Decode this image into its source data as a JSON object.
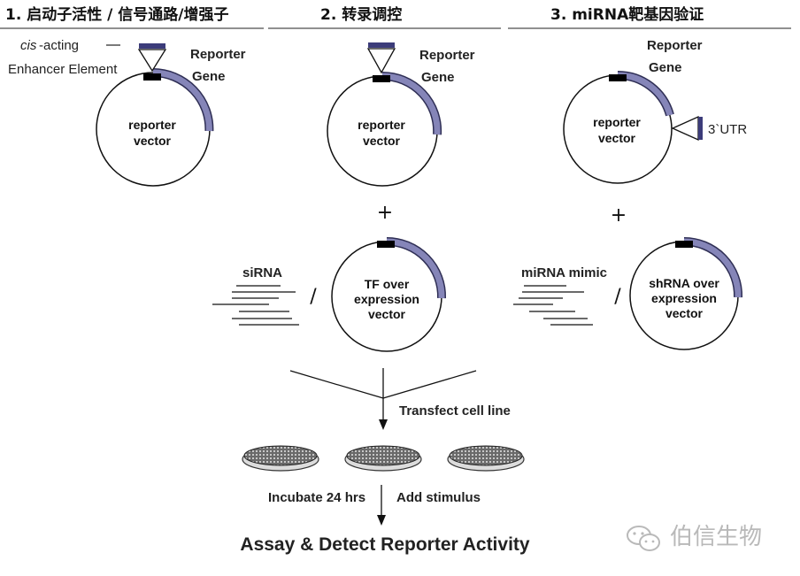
{
  "headers": {
    "panel1": "1. 启动子活性 / 信号通路/增强子",
    "panel2": "2. 转录调控",
    "panel3": "3. miRNA靶基因验证"
  },
  "panel1": {
    "cis_italic": "cis",
    "cis_rest": "-acting",
    "enhancer": "Enhancer Element",
    "reporter_line1": "Reporter",
    "reporter_line2": "Gene",
    "vector_line1": "reporter",
    "vector_line2": "vector"
  },
  "panel2": {
    "reporter_line1": "Reporter",
    "reporter_line2": "Gene",
    "vector_line1": "reporter",
    "vector_line2": "vector",
    "plus": "+",
    "sirna": "siRNA",
    "slash": "/",
    "tf_line1": "TF over",
    "tf_line2": "expression",
    "tf_line3": "vector"
  },
  "panel3": {
    "reporter_line1": "Reporter",
    "reporter_line2": "Gene",
    "vector_line1": "reporter",
    "vector_line2": "vector",
    "utr": "3`UTR",
    "plus": "+",
    "mirna": "miRNA mimic",
    "slash": "/",
    "sh_line1": "shRNA over",
    "sh_line2": "expression",
    "sh_line3": "vector"
  },
  "workflow": {
    "transfect": "Transfect cell line",
    "incubate": "Incubate 24 hrs",
    "stimulus": "Add stimulus",
    "assay": "Assay & Detect Reporter Activity"
  },
  "watermark": "伯信生物",
  "colors": {
    "gene_arc": "#8585b8",
    "gene_arc_stroke": "#2f2f55",
    "bar": "#3c3c7a",
    "ink": "#111111"
  }
}
